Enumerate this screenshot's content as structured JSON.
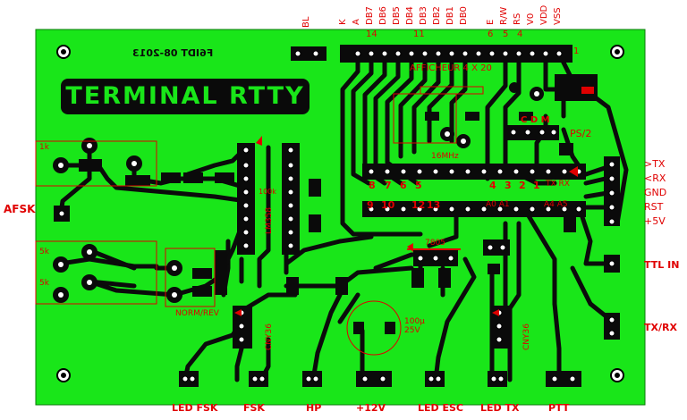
{
  "board": {
    "title": "TERMINAL RTTY",
    "mirrored_tag": "F6IDT 08-2013",
    "colors": {
      "copper": "#19e619",
      "trace": "#101010",
      "silk": "#e00000",
      "pad": "#ffffff"
    }
  },
  "top_pins": [
    "BL",
    "K",
    "A",
    "DB7",
    "DB6",
    "DB5",
    "DB4",
    "DB3",
    "DB2",
    "DB1",
    "DB0",
    "E",
    "R/W",
    "RS",
    "V0",
    "VDD",
    "VSS"
  ],
  "pin_numbers": {
    "p14": "14",
    "p11": "11",
    "p6": "6",
    "p5": "5",
    "p4": "4",
    "p1": "1"
  },
  "afficheur_label": "AFFICHEUR 4 X 20",
  "left_labels": {
    "afsk": "AFSK",
    "k1": "1k",
    "k5a": "5k",
    "k5b": "5k",
    "norm_rev": "NORM/REV",
    "sw8": "100k"
  },
  "right_labels": {
    "tx": ">TX",
    "rx": "<RX",
    "gnd": "GND",
    "rst": "RST",
    "v5": "+5V",
    "ttl": "TTL IN",
    "txrx": "TX/RX"
  },
  "ps2": {
    "label": "PS/2",
    "pins": "C D M"
  },
  "mid_labels": {
    "n8": "8",
    "n7": "7",
    "n6": "6",
    "n5": "5",
    "n4": "4",
    "n3": "3",
    "n2": "2",
    "n1": "1",
    "n9": "9",
    "n10": "10",
    "n12": "12",
    "n13": "13",
    "txrx": "TX RX",
    "mhz": "16MHz",
    "a0": "A0 A1",
    "a4": "A4 A5",
    "ic_lm": "LM358",
    "cap": "100µ 25V",
    "ic1": "CNY36",
    "ic2": "CNY36",
    "ir": "7805"
  },
  "bottom_labels": [
    "LED FSK",
    "FSK",
    "HP",
    "+12V",
    "LED ESC",
    "LED TX",
    "PTT"
  ]
}
